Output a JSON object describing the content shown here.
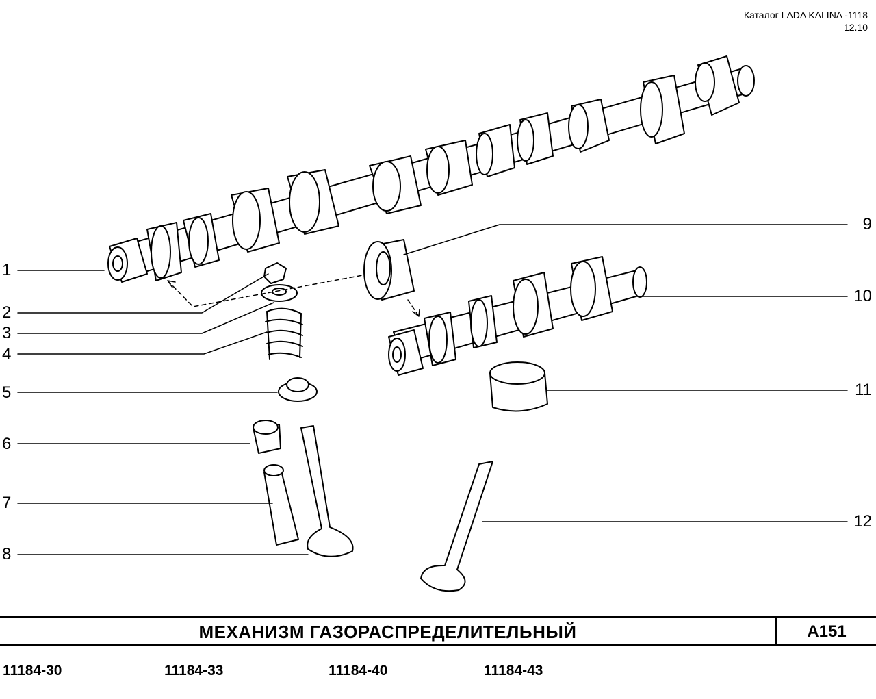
{
  "header": {
    "catalog_line": "Каталог  LADA  KALINA -1118",
    "date_line": "12.10"
  },
  "callouts_left": [
    "1",
    "2",
    "3",
    "4",
    "5",
    "6",
    "7",
    "8"
  ],
  "callouts_right": [
    "9",
    "10",
    "11",
    "12"
  ],
  "footer": {
    "title": "МЕХАНИЗМ   ГАЗОРАСПРЕДЕЛИТЕЛЬНЫЙ",
    "code": "А151",
    "models": [
      "11184-30",
      "11184-33",
      "11184-40",
      "11184-43"
    ]
  }
}
